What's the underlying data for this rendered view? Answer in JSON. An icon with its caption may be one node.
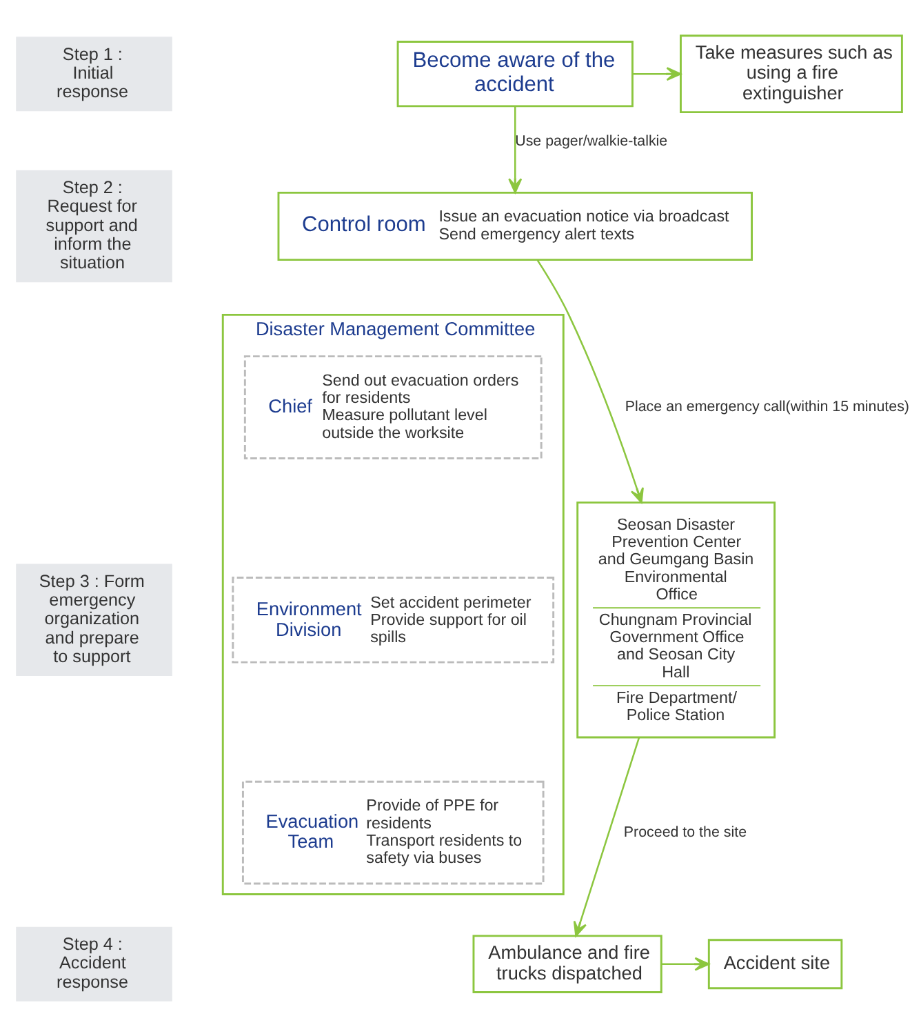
{
  "diagram": {
    "nodes": [
      {
        "text": [
          "Step 1 : Initial response"
        ]
      },
      {
        "text": [
          "Become aware of the accident"
        ]
      },
      {
        "text": [
          "Take measures such as using a fire extinguisher"
        ]
      },
      {
        "text": [
          "Step 2 : Request for support and inform the situation"
        ]
      },
      {
        "text": [
          "Control room",
          "Issue an evacuation notice via broadcast",
          "Send emergency alert texts"
        ]
      },
      {
        "text": [
          "Step 3 : Form emergency organization and prepare to support"
        ]
      },
      {
        "text": [
          "Seosan Disaster Prevention Center and Geumgang Basin Environmental Office",
          "Chungnam Provincial Government Office and Seosan City Hall",
          "Fire Department/ Police Station"
        ]
      },
      {
        "text": [
          "Disaster Management Committee"
        ]
      },
      {
        "text": [
          "Chief",
          "Send out evacuation orders for residents",
          "Measure pollutant level outside the worksite"
        ],
        "in": 7
      },
      {
        "text": [
          "Environment Division",
          "Set accident perimeter",
          "Provide support for oil spills"
        ],
        "in": 7
      },
      {
        "text": [
          "Evacuation Team",
          "Provide of PPE for residents",
          "Transport residents to safety via buses"
        ],
        "in": 7
      },
      {
        "text": [
          "Step 4 : Accident response"
        ]
      },
      {
        "text": [
          "Ambulance and fire trucks dispatched"
        ]
      },
      {
        "text": [
          "Accident site"
        ]
      }
    ],
    "edges": [
      {
        "from": 1,
        "to": 2,
        "arrow": "to"
      },
      {
        "from": 1,
        "to": 4,
        "arrow": "to",
        "label": "Use pager/walkie-talkie"
      },
      {
        "from": 4,
        "to": 6,
        "arrow": "to",
        "label": "Place an emergency call(within 15 minutes)"
      },
      {
        "from": 6,
        "to": 12,
        "arrow": "to",
        "label": "Proceed to the site"
      },
      {
        "from": 12,
        "to": 13,
        "arrow": "to"
      }
    ]
  }
}
